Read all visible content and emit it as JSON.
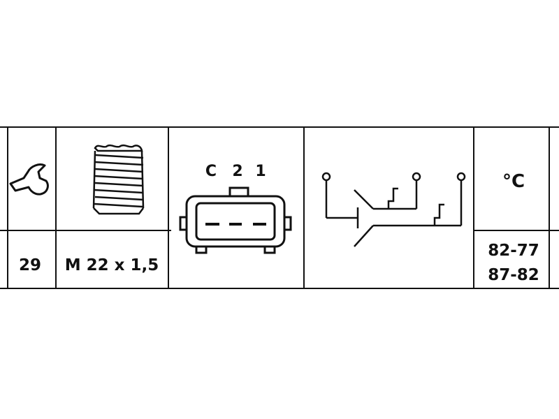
{
  "spec_table": {
    "wrench_size": "29",
    "thread": "M 22 x 1,5",
    "connector_pins": [
      "C",
      "2",
      "1"
    ],
    "temperature_unit": "°C",
    "switch_ranges": [
      "82-77",
      "87-82"
    ]
  },
  "colors": {
    "line": "#111111",
    "background": "#ffffff"
  },
  "icons": [
    "wrench-icon",
    "thread-icon",
    "connector-icon",
    "switch-diagram-icon"
  ]
}
